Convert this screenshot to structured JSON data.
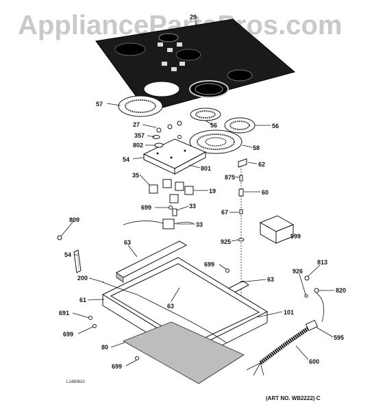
{
  "watermark": "AppliancePartsPros.com",
  "diagram_code": "L1480610",
  "art_no": "(ART NO. WB2222) C",
  "callouts": [
    "29",
    "57",
    "27",
    "56",
    "56",
    "357",
    "802",
    "58",
    "54",
    "62",
    "801",
    "35",
    "875",
    "19",
    "60",
    "699",
    "33",
    "67",
    "33",
    "809",
    "925",
    "999",
    "54",
    "63",
    "699",
    "813",
    "200",
    "63",
    "926",
    "61",
    "63",
    "820",
    "101",
    "691",
    "595",
    "699",
    "80",
    "600",
    "699"
  ]
}
